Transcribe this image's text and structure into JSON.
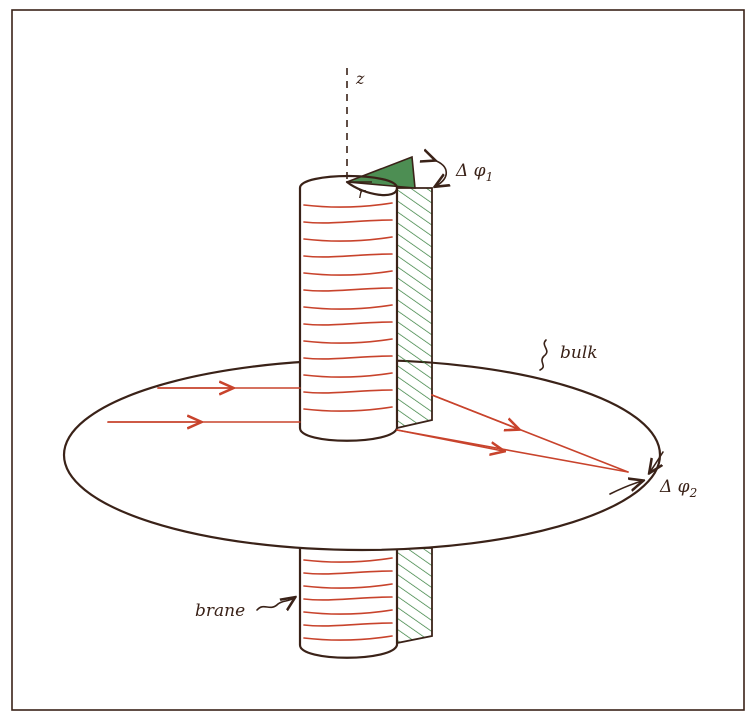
{
  "labels": {
    "z_axis": "z",
    "radius": "r",
    "delta_phi_1": "Δ φ",
    "delta_phi_1_sub": "1",
    "delta_phi_2": "Δ φ",
    "delta_phi_2_sub": "2",
    "bulk": "bulk",
    "brane": "brane"
  },
  "colors": {
    "ink": "#3a2218",
    "ray": "#c8432c",
    "wedge": "#2e7a35",
    "background": "#ffffff"
  }
}
